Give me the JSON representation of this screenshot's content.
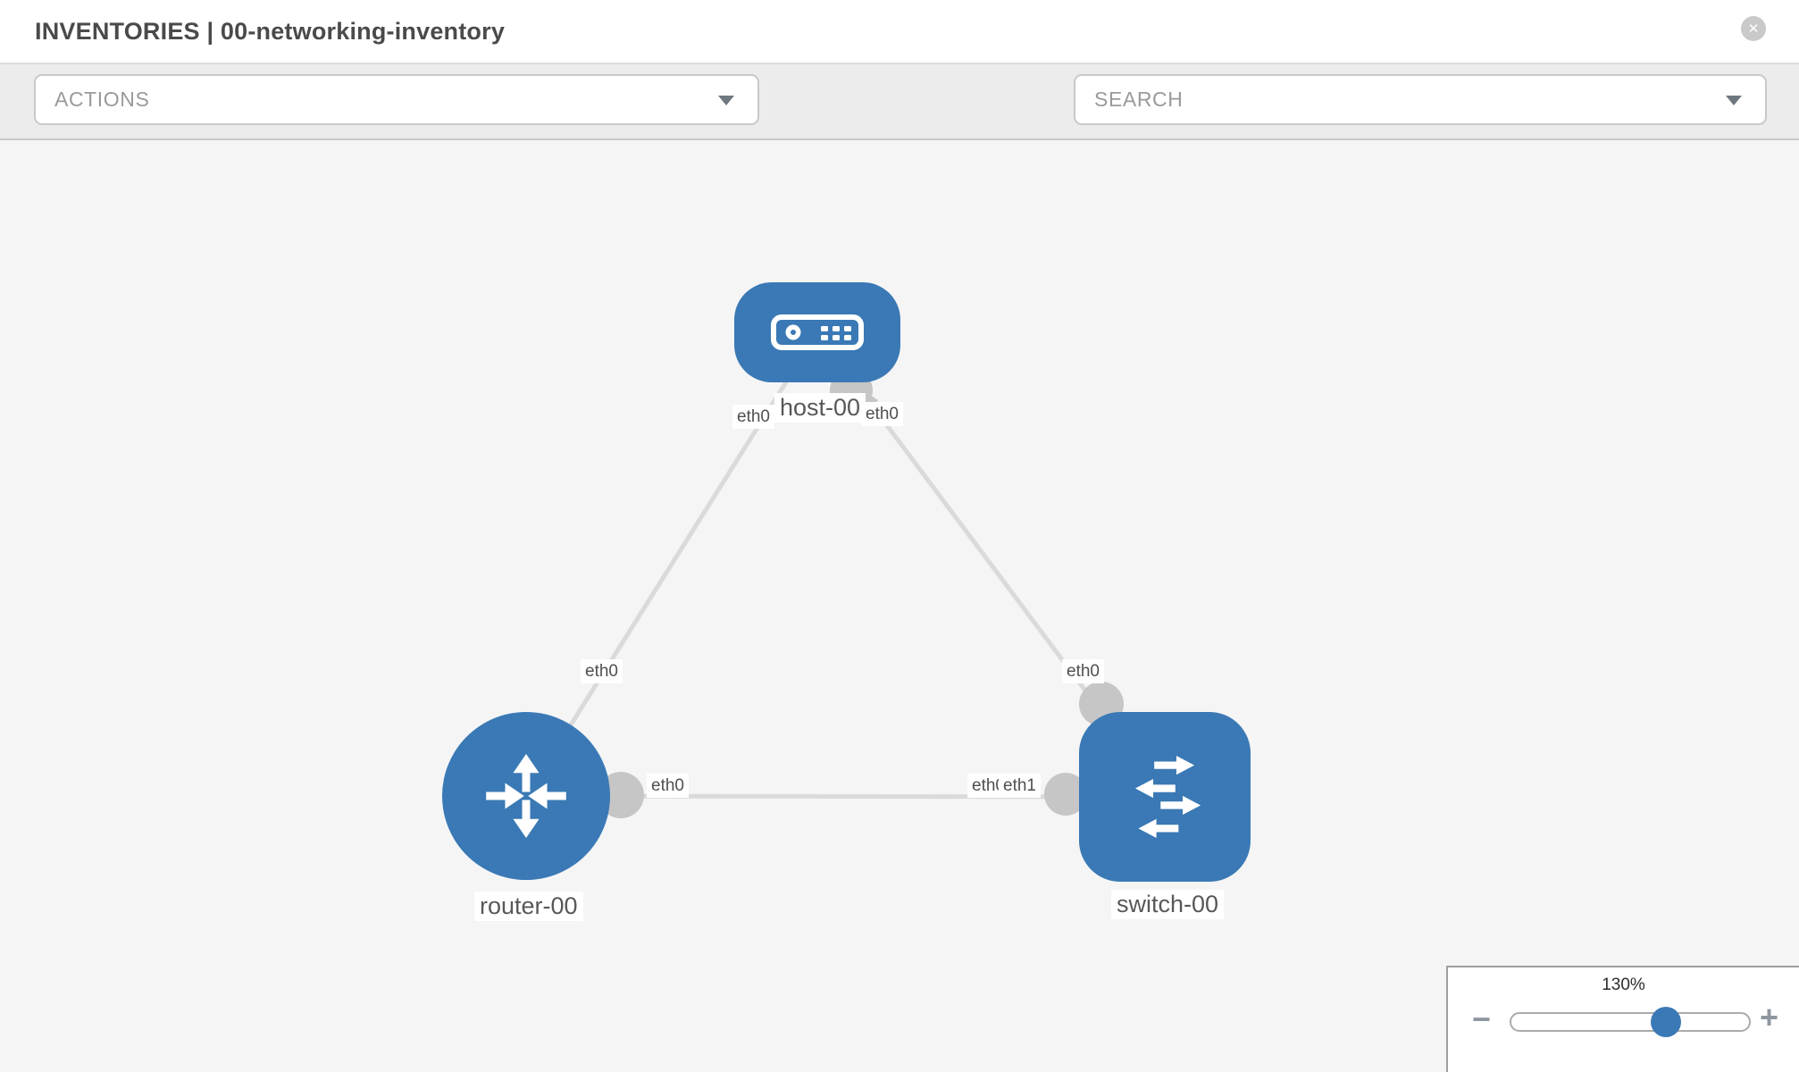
{
  "header": {
    "title": "INVENTORIES | 00-networking-inventory",
    "close_label": "✕"
  },
  "toolbar": {
    "actions_label": "ACTIONS",
    "search_placeholder": "SEARCH"
  },
  "topology": {
    "nodes": {
      "host": {
        "label": "host-00",
        "type": "host"
      },
      "router": {
        "label": "router-00",
        "type": "router"
      },
      "switch": {
        "label": "switch-00",
        "type": "switch"
      }
    },
    "interfaces": {
      "host_router_at_host": "eth0",
      "host_router_at_router": "eth0",
      "host_switch_at_host": "eth0",
      "host_switch_at_switch": "eth0",
      "router_switch_at_router": "eth0",
      "router_switch_at_switch_back": "eth0",
      "router_switch_at_switch": "eth1"
    },
    "links": [
      {
        "from": "host-00",
        "to": "router-00"
      },
      {
        "from": "host-00",
        "to": "switch-00"
      },
      {
        "from": "router-00",
        "to": "switch-00"
      }
    ]
  },
  "zoom_control": {
    "minus_label": "−",
    "level": "130%",
    "plus_label": "+"
  },
  "colors": {
    "node_blue": "#3a79b5",
    "link_gray": "#dadada",
    "dot_gray": "#c6c6c6",
    "toolbar_bg": "#ececec",
    "canvas_bg": "#f5f5f6",
    "icon_slate": "#5c6b77"
  }
}
